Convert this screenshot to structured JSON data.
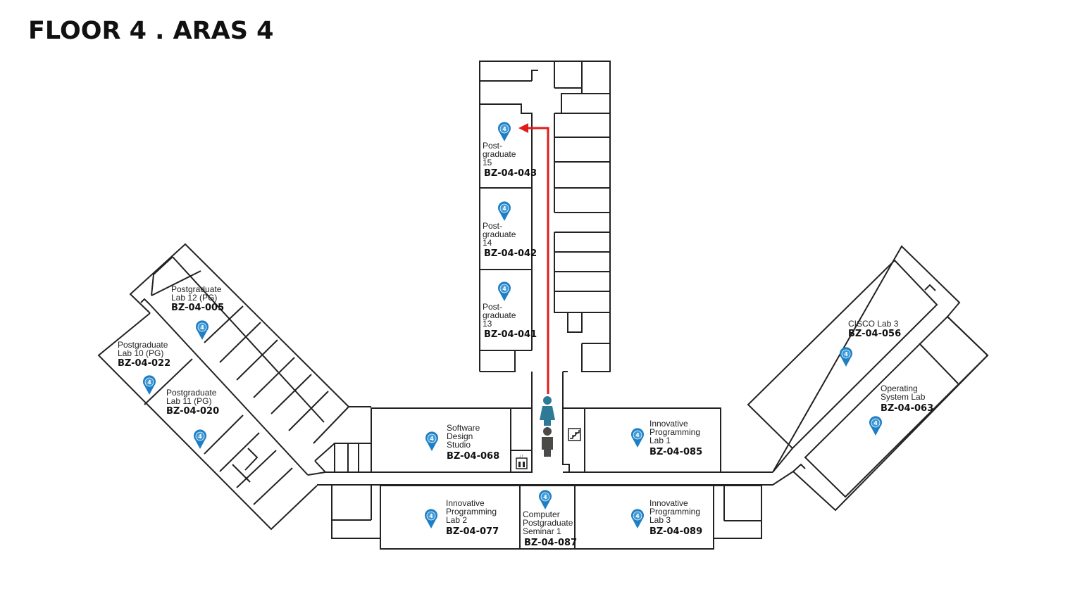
{
  "title": "FLOOR 4 . ARAS 4",
  "floor_number": "4",
  "colors": {
    "pin": "#1f7fc4",
    "route": "#e01b1b",
    "female": "#2e7a96",
    "male": "#4a4a48",
    "wall": "#222222"
  },
  "rooms": [
    {
      "lines": [
        "Post-",
        "graduate",
        "15"
      ],
      "code": "BZ-04-043"
    },
    {
      "lines": [
        "Post-",
        "graduate",
        "14"
      ],
      "code": "BZ-04-042"
    },
    {
      "lines": [
        "Post-",
        "graduate",
        "13"
      ],
      "code": "BZ-04-041"
    },
    {
      "lines": [
        "Postgraduate",
        "Lab 12 (PG)"
      ],
      "code": "BZ-04-005"
    },
    {
      "lines": [
        "Postgraduate",
        "Lab 10 (PG)"
      ],
      "code": "BZ-04-022"
    },
    {
      "lines": [
        "Postgraduate",
        "Lab 11 (PG)"
      ],
      "code": "BZ-04-020"
    },
    {
      "lines": [
        "Software",
        "Design",
        "Studio"
      ],
      "code": "BZ-04-068"
    },
    {
      "lines": [
        "Innovative",
        "Programming",
        "Lab 1"
      ],
      "code": "BZ-04-085"
    },
    {
      "lines": [
        "CISCO Lab 3"
      ],
      "code": "BZ-04-056"
    },
    {
      "lines": [
        "Operating",
        "System Lab"
      ],
      "code": "BZ-04-063"
    },
    {
      "lines": [
        "Innovative",
        "Programming",
        "Lab 2"
      ],
      "code": "BZ-04-077"
    },
    {
      "lines": [
        "Computer",
        "Postgraduate",
        "Seminar 1"
      ],
      "code": "BZ-04-087"
    },
    {
      "lines": [
        "Innovative",
        "Programming",
        "Lab 3"
      ],
      "code": "BZ-04-089"
    }
  ]
}
